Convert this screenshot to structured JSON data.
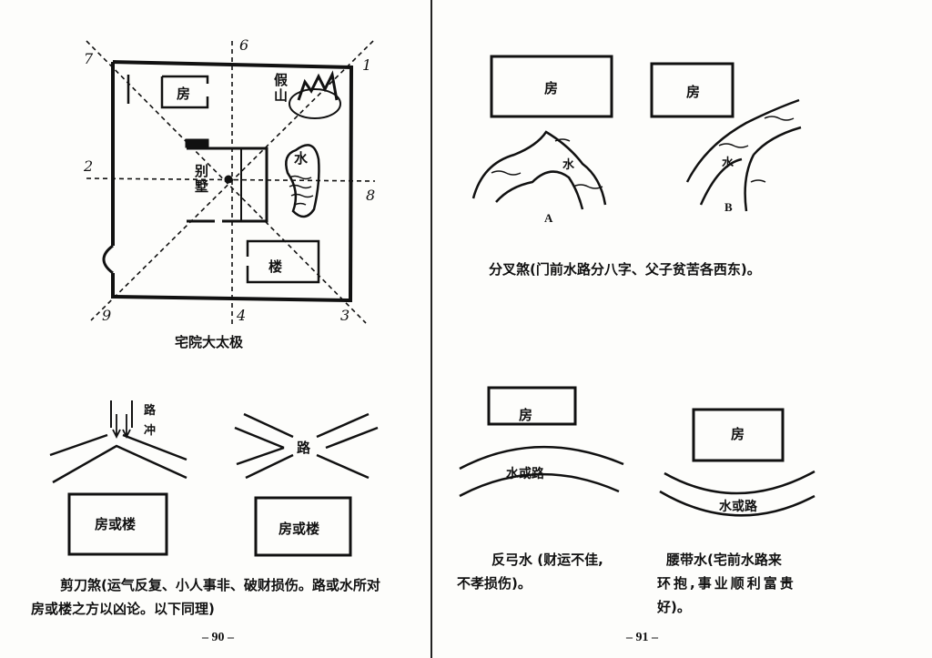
{
  "left_page": {
    "diagram_taiji": {
      "caption": "宅院大太极",
      "directions": [
        "7",
        "6",
        "1",
        "2",
        "8",
        "9",
        "4",
        "3"
      ],
      "labels": {
        "house": "房",
        "villa": "别墅",
        "rockery": "假山",
        "water": "水",
        "building": "楼"
      }
    },
    "diagram_scissors": {
      "road_label": "路",
      "clash_label": "冲",
      "house_label_1": "房或楼",
      "cross_road_label": "路",
      "house_label_2": "房或楼"
    },
    "text_line1": "剪刀煞(运气反复、小人事非、破财损伤。路或水所对",
    "text_line2": "房或楼之方以凶论。以下同理)",
    "page_number": "– 90 –"
  },
  "right_page": {
    "diagram_fork": {
      "house_a": "房",
      "house_b": "房",
      "water_a": "水",
      "water_b": "水",
      "label_a": "A",
      "label_b": "B",
      "caption": "分叉煞(门前水路分八字、父子贫苦各西东)。"
    },
    "diagram_bow": {
      "house": "房",
      "path": "水或路"
    },
    "diagram_belt": {
      "house": "房",
      "path": "水或路"
    },
    "bow_text_line1": "反弓水 (财运不佳,",
    "bow_text_line2": "不孝损伤)。",
    "belt_text_line1": "腰带水(宅前水路来",
    "belt_text_line2": "环抱,事业顺利富贵",
    "belt_text_line3": "好)。",
    "page_number": "– 91 –"
  }
}
